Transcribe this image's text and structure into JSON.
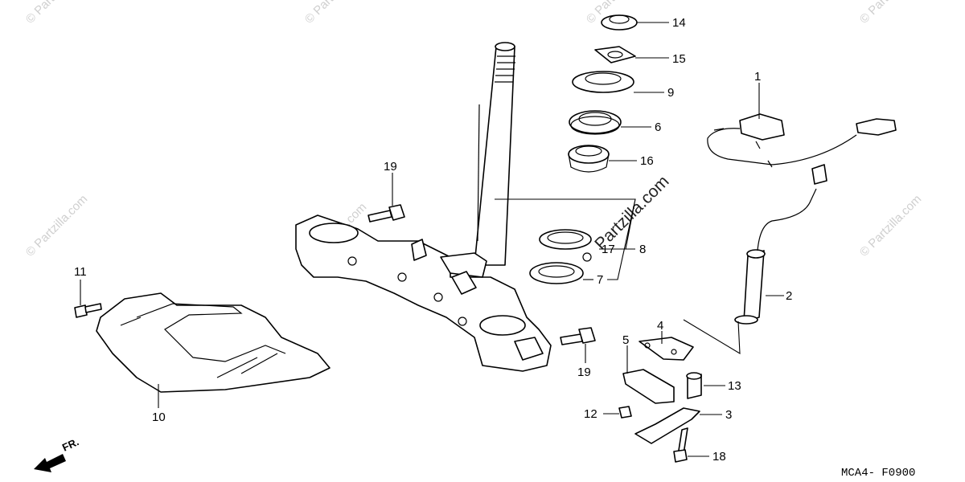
{
  "watermark": {
    "text": "© Partzilla.com",
    "center_text": "Partzilla.com"
  },
  "diagram_code": "MCA4- F0900",
  "direction_label": "FR.",
  "callouts": [
    {
      "id": "c1",
      "label": "1"
    },
    {
      "id": "c2",
      "label": "2"
    },
    {
      "id": "c3",
      "label": "3"
    },
    {
      "id": "c4",
      "label": "4"
    },
    {
      "id": "c5",
      "label": "5"
    },
    {
      "id": "c6",
      "label": "6"
    },
    {
      "id": "c7",
      "label": "7"
    },
    {
      "id": "c8",
      "label": "8"
    },
    {
      "id": "c9",
      "label": "9"
    },
    {
      "id": "c10",
      "label": "10"
    },
    {
      "id": "c11",
      "label": "11"
    },
    {
      "id": "c12",
      "label": "12"
    },
    {
      "id": "c13",
      "label": "13"
    },
    {
      "id": "c14",
      "label": "14"
    },
    {
      "id": "c15",
      "label": "15"
    },
    {
      "id": "c16",
      "label": "16"
    },
    {
      "id": "c17",
      "label": "17"
    },
    {
      "id": "c18",
      "label": "18"
    },
    {
      "id": "c19a",
      "label": "19"
    },
    {
      "id": "c19b",
      "label": "19"
    }
  ]
}
